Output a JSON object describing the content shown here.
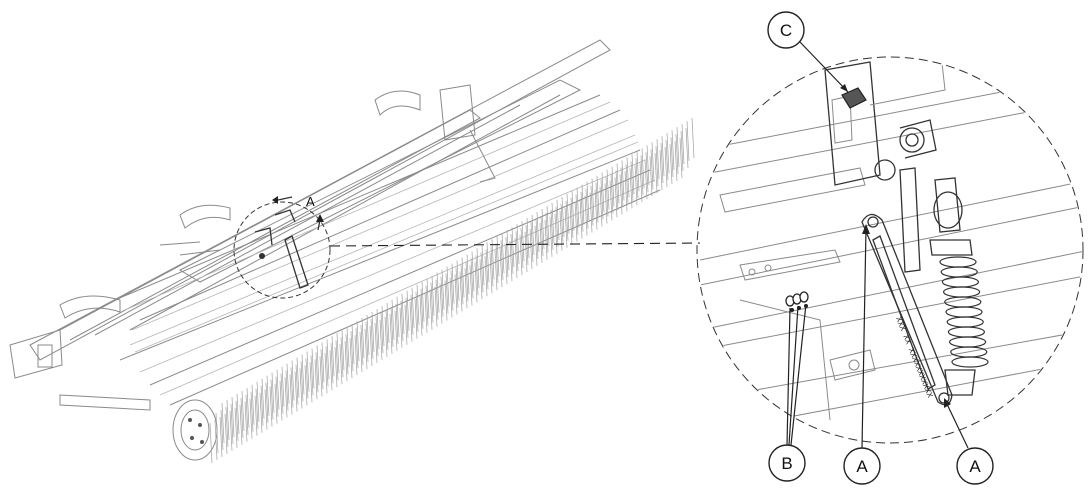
{
  "callouts": {
    "overview_a": "A",
    "c": "C",
    "b": "B",
    "a_left": "A",
    "a_right": "A"
  },
  "tine_text": "XXX XX XXXXXXXXXXX"
}
